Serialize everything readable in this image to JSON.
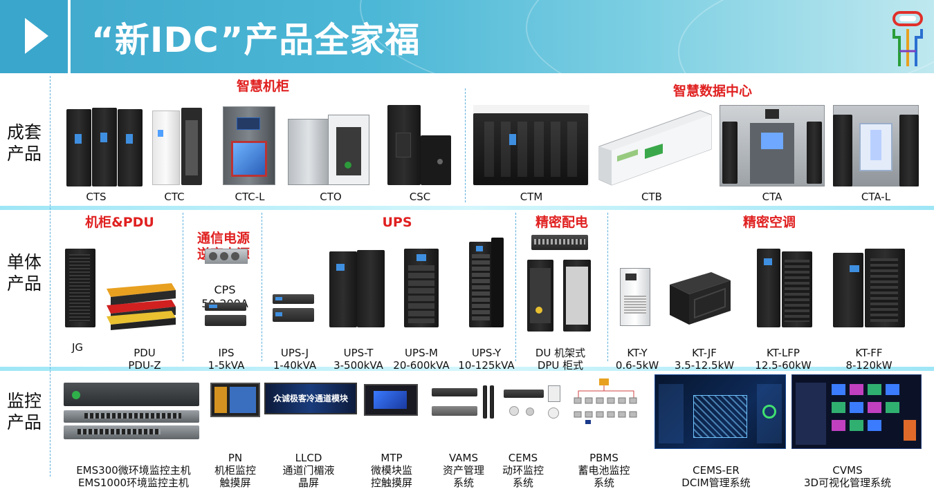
{
  "header": {
    "title": "“新IDC”产品全家福"
  },
  "rows": {
    "complete": "成套\n产品",
    "single": "单体\n产品",
    "monitor": "监控\n产品"
  },
  "groups": {
    "smart_cabinet": "智慧机柜",
    "smart_dc": "智慧数据中心",
    "cabinet_pdu": "机柜&PDU",
    "comm_power": "通信电源\n逆变电源",
    "ups": "UPS",
    "precision_dist": "精密配电",
    "precision_ac": "精密空调"
  },
  "products_row1": [
    "CTS",
    "CTC",
    "CTC-L",
    "CTO",
    "CSC",
    "CTM",
    "CTB",
    "CTA",
    "CTA-L"
  ],
  "products_row2": {
    "jg": "JG",
    "pdu": "PDU\nPDU-Z",
    "cps": "CPS\n50-200A",
    "ips": "IPS\n1-5kVA",
    "ups_j": "UPS-J\n1-40kVA",
    "ups_t": "UPS-T\n3-500kVA",
    "ups_m": "UPS-M\n20-600kVA",
    "ups_y": "UPS-Y\n10-125kVA",
    "du": "DU 机架式\nDPU 柜式",
    "kt_y": "KT-Y\n0.6-5kW",
    "kt_jf": "KT-JF\n3.5-12.5kW",
    "kt_lfp": "KT-LFP\n12.5-60kW",
    "kt_ff": "KT-FF\n8-120kW"
  },
  "products_row3": {
    "ems": "EMS300微环境监控主机\nEMS1000环境监控主机",
    "pn": "PN\n机柜监控\n触摸屏",
    "llcd": "LLCD\n通道门楣液\n晶屏",
    "mtp": "MTP\n微模块监\n控触摸屏",
    "vams": "VAMS\n资产管理\n系统",
    "cems": "CEMS\n动环监控\n系统",
    "pbms": "PBMS\n蓄电池监控\n系统",
    "cems_er": "CEMS-ER\nDCIM管理系统",
    "cvms": "CVMS\n3D可视化管理系统"
  },
  "screen_text": {
    "llcd": "众诚极客冷通道模块"
  },
  "colors": {
    "accent_red": "#e02020",
    "header_blue": "#3fa8cc",
    "divider": "#5aaede"
  }
}
